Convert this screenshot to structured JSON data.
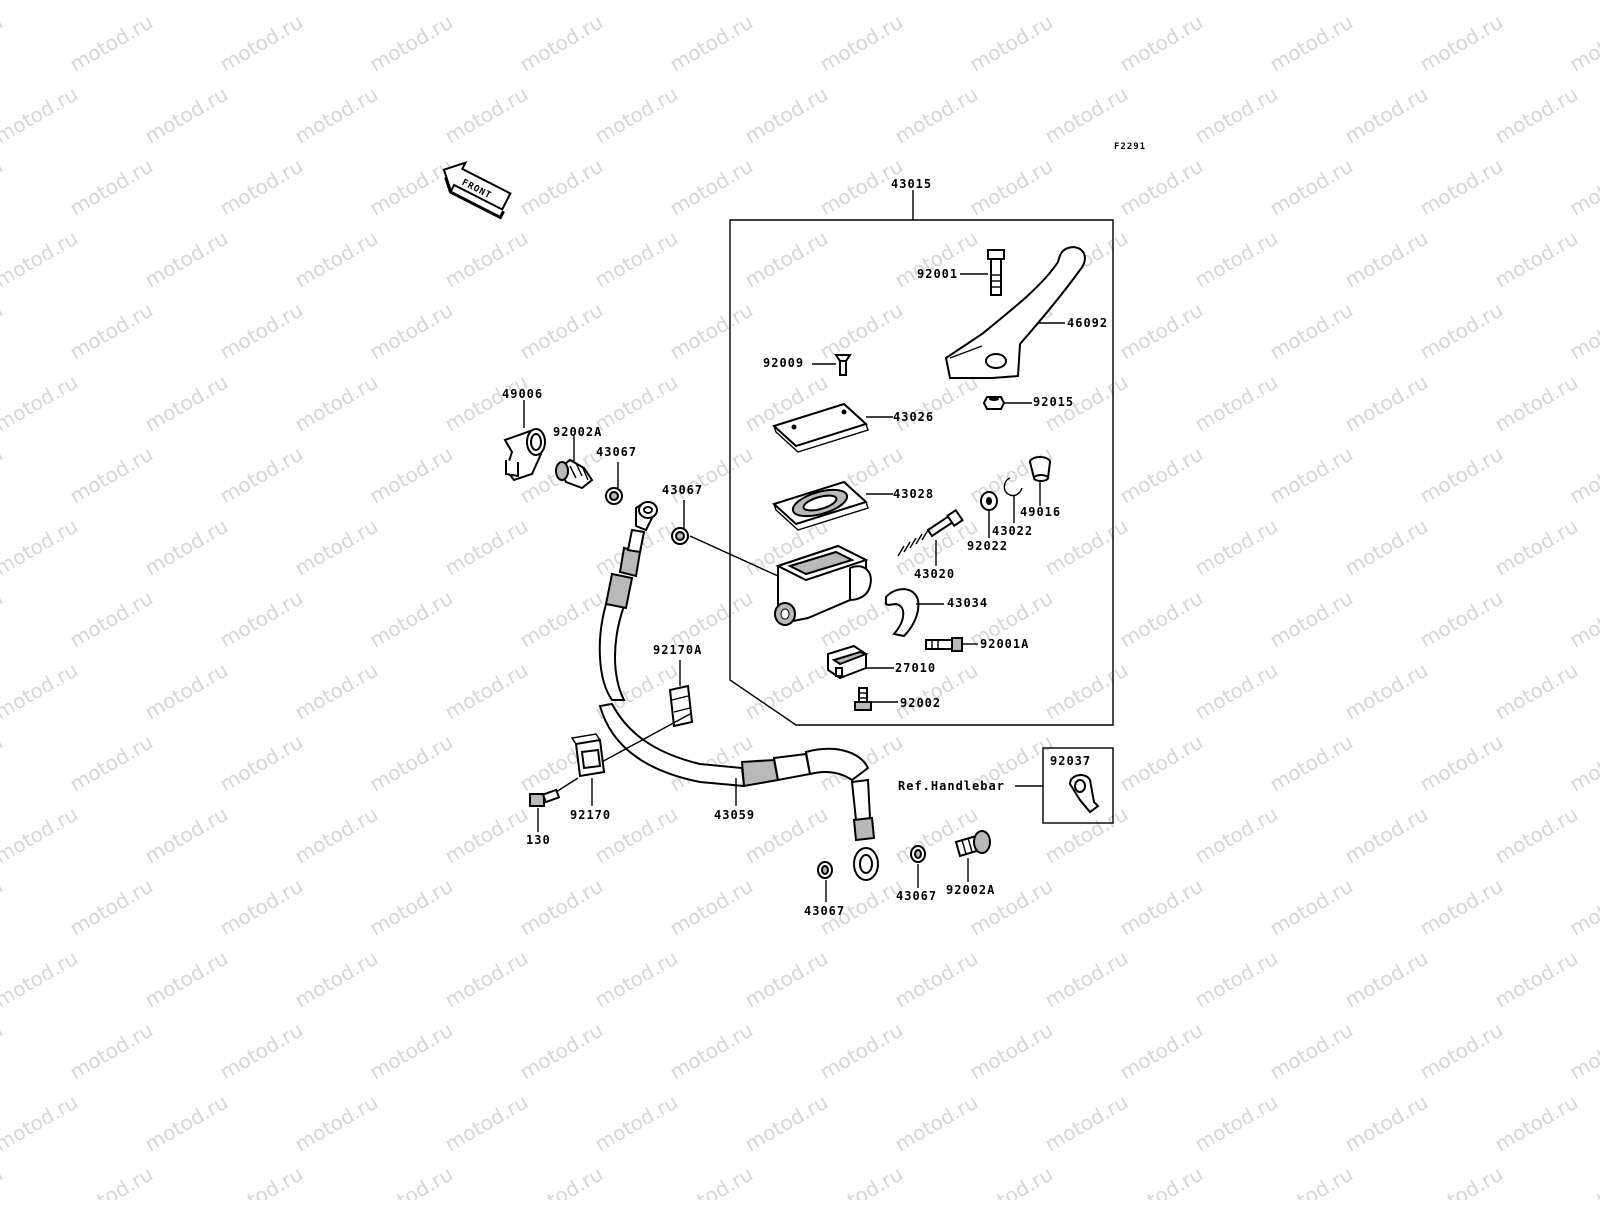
{
  "watermark": "motod.ru",
  "figure_code": "F2291",
  "front_arrow_label": "FRONT",
  "ref_label": "Ref.Handlebar",
  "parts": {
    "p43015": "43015",
    "p92001": "92001",
    "p46092": "46092",
    "p92009": "92009",
    "p92015": "92015",
    "p43026": "43026",
    "p43028": "43028",
    "p49016": "49016",
    "p43022": "43022",
    "p92022": "92022",
    "p43020": "43020",
    "p43034": "43034",
    "p92001A": "92001A",
    "p27010": "27010",
    "p92002": "92002",
    "p49006": "49006",
    "p92002A_top": "92002A",
    "p43067_a": "43067",
    "p43067_b": "43067",
    "p92170A": "92170A",
    "p92170": "92170",
    "p130": "130",
    "p43059": "43059",
    "p92037": "92037",
    "p43067_c": "43067",
    "p43067_d": "43067",
    "p92002A_bottom": "92002A"
  },
  "colors": {
    "line": "#000000",
    "shade": "#b9b9b9",
    "watermark": "#d6d6d6"
  }
}
